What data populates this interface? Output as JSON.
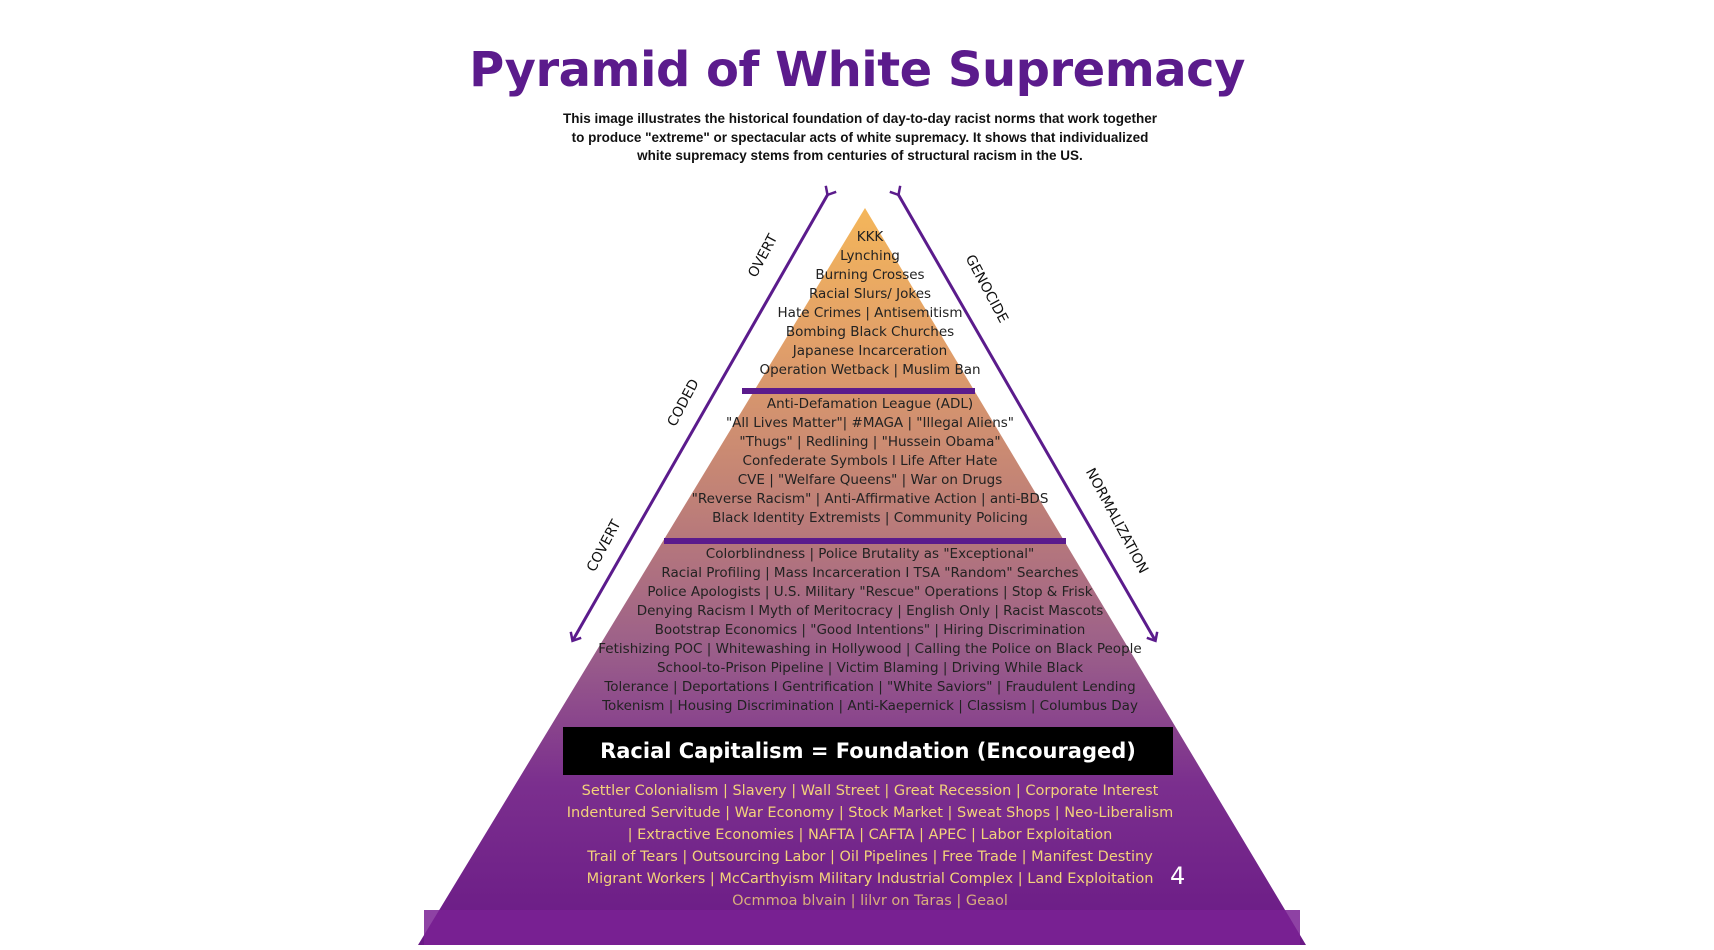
{
  "title": "Pyramid of White Supremacy",
  "description": [
    "This image illustrates the historical foundation of day-to-day racist norms that work together",
    "to produce \"extreme\" or spectacular acts of white supremacy. It shows that individualized",
    "white supremacy stems from centuries of structural racism in the US."
  ],
  "left_arrow_labels": [
    "OVERT",
    "CODED",
    "COVERT"
  ],
  "right_arrow_labels": [
    "GENOCIDE",
    "NORMALIZATION"
  ],
  "tiers": {
    "overt": [
      "KKK",
      "Lynching",
      "Burning Crosses",
      "Racial Slurs/ Jokes",
      "Hate Crimes | Antisemitism",
      "Bombing Black Churches",
      "Japanese Incarceration",
      "Operation Wetback | Muslim Ban"
    ],
    "coded": [
      "Anti-Defamation League (ADL)",
      "\"All Lives Matter\"| #MAGA | \"Illegal Aliens\"",
      "\"Thugs\" | Redlining | \"Hussein Obama\"",
      "Confederate Symbols l Life After Hate",
      "CVE | \"Welfare Queens\" | War on Drugs",
      "\"Reverse Racism\" | Anti-Affirmative Action | anti-BDS",
      "Black Identity Extremists | Community Policing"
    ],
    "covert": [
      "Colorblindness | Police Brutality as \"Exceptional\"",
      "Racial Profiling | Mass Incarceration I TSA \"Random\" Searches",
      "Police Apologists | U.S. Military \"Rescue\" Operations | Stop & Frisk",
      "Denying Racism I Myth of Meritocracy | English Only | Racist Mascots",
      "Bootstrap Economics | \"Good Intentions\" | Hiring Discrimination",
      "Fetishizing POC | Whitewashing in Hollywood | Calling the Police on Black People",
      "School-to-Prison Pipeline | Victim Blaming | Driving While Black",
      "Tolerance | Deportations I Gentrification | \"White Saviors\" | Fraudulent Lending",
      "Tokenism | Housing Discrimination | Anti-Kaepernick | Classism | Columbus Day"
    ],
    "foundation_heading": "Racial Capitalism = Foundation (Encouraged)",
    "foundation": [
      "Settler Colonialism | Slavery | Wall Street | Great Recession | Corporate Interest",
      "Indentured Servitude | War Economy | Stock Market | Sweat Shops | Neo-Liberalism",
      "| Extractive Economies | NAFTA | CAFTA | APEC | Labor Exploitation",
      "Trail of Tears | Outsourcing Labor | Oil Pipelines | Free Trade | Manifest Destiny",
      "Migrant Workers | McCarthyism Military Industrial Complex | Land Exploitation",
      "Ocmmoa blvain | lilvr on Taras | Geaol"
    ]
  },
  "page_number": "4",
  "colors": {
    "title": "#5b1b8c",
    "apex": "#f1b25c",
    "mid": "#c48a80",
    "base": "#6a1e86",
    "divider": "#5b1b8c",
    "arrow": "#5b1b8c",
    "foundation_text": "#f3d27a"
  }
}
